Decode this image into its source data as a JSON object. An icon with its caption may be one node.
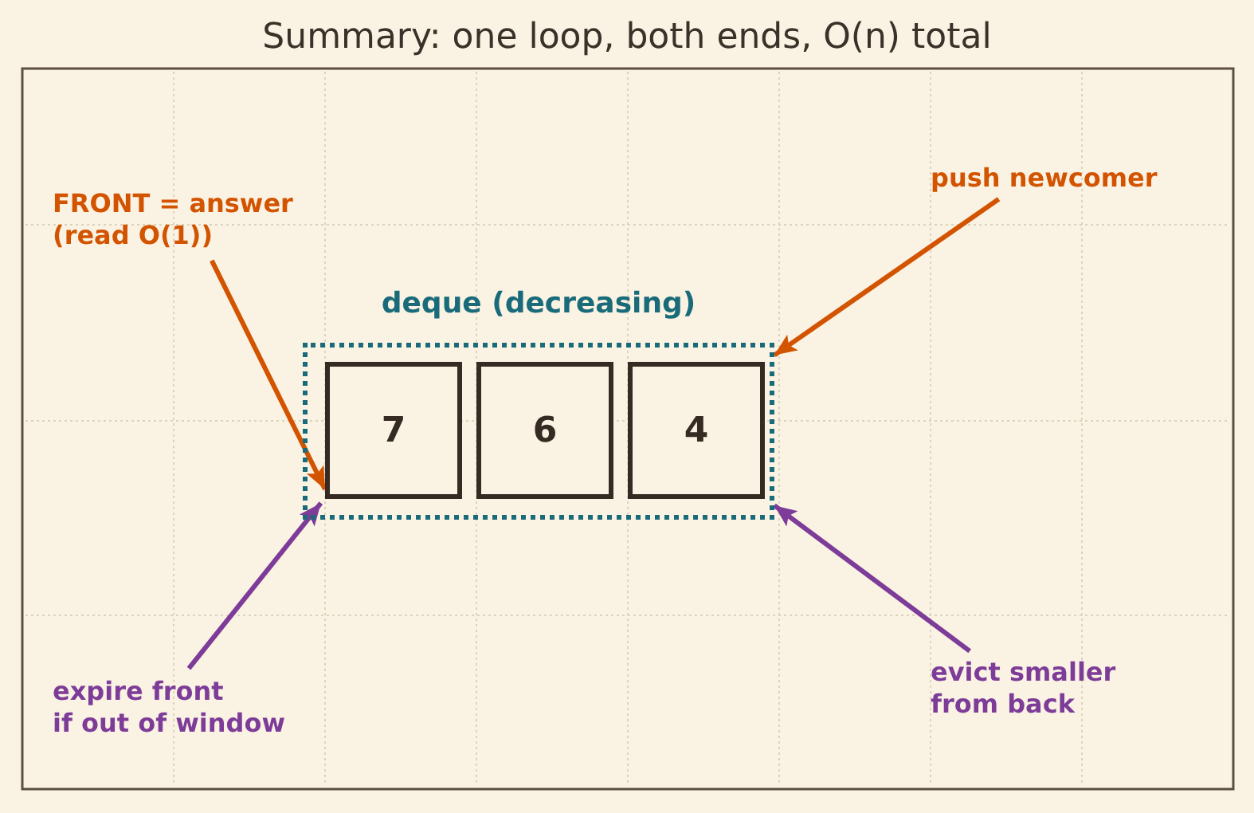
{
  "diagram": {
    "title": "Summary: one loop, both ends, O(n) total",
    "nodes": [
      {
        "text": [
          "FRONT = answer (read O(1))"
        ]
      },
      {
        "text": [
          "push newcomer"
        ]
      },
      {
        "text": [
          "deque (decreasing)"
        ]
      },
      {
        "text": [
          "7"
        ],
        "in": 2
      },
      {
        "text": [
          "6"
        ],
        "in": 2
      },
      {
        "text": [
          "4"
        ],
        "in": 2
      },
      {
        "text": [
          "expire front if out of window"
        ]
      },
      {
        "text": [
          "evict smaller from back"
        ]
      }
    ],
    "edges": [
      {
        "from": 0,
        "to": 3,
        "arrow": "to",
        "color": "#d35400"
      },
      {
        "from": 1,
        "to": 2,
        "arrow": "to",
        "color": "#d35400"
      },
      {
        "from": 6,
        "to": 3,
        "arrow": "to",
        "color": "#7d3c98"
      },
      {
        "from": 7,
        "to": 2,
        "arrow": "to",
        "color": "#7d3c98"
      }
    ]
  }
}
